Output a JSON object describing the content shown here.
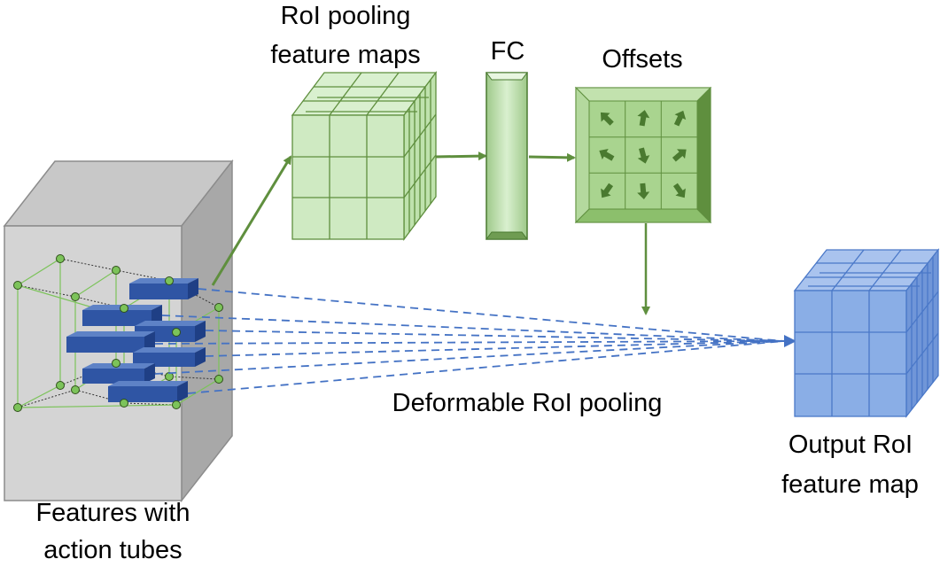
{
  "labels": {
    "roi_pooling_line1": "RoI pooling",
    "roi_pooling_line2": "feature maps",
    "fc": "FC",
    "offsets": "Offsets",
    "deformable": "Deformable RoI pooling",
    "output_line1": "Output RoI",
    "output_line2": "feature map",
    "features_line1": "Features with",
    "features_line2": "action tubes"
  },
  "colors": {
    "green_face": "#cfeac2",
    "green_line": "#5f8f3e",
    "green_dark": "#4a7a30",
    "offset_face": "#a9d48f",
    "blue_face": "#8aaee6",
    "blue_line": "#4a78c8",
    "blue_dashed": "#4472c4",
    "tube_blue": "#2f55a4",
    "gray_front": "#d4d4d4",
    "gray_side": "#a8a8a8",
    "gray_top": "#c8c8c8"
  }
}
